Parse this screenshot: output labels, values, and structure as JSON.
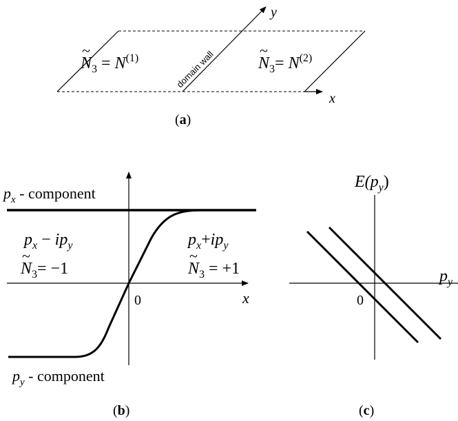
{
  "colors": {
    "ink": "#000000",
    "background": "#ffffff"
  },
  "panel_a": {
    "caption": "a",
    "axis_y": "y",
    "axis_x": "x",
    "wall_label": "domain wall",
    "left_region": {
      "n": "N",
      "sub": "3",
      "eq": " = ",
      "rhs": "N",
      "sup": "(1)"
    },
    "right_region": {
      "n": "N",
      "sub": "3",
      "eq": "= ",
      "rhs": "N",
      "sup": "(2)"
    }
  },
  "panel_b": {
    "caption": "b",
    "top_curve_label": {
      "p": "p",
      "sub": "x",
      "rest": " - component"
    },
    "bottom_curve_label": {
      "p": "p",
      "sub": "y",
      "rest": " - component"
    },
    "left_state": {
      "a": "p",
      "a_sub": "x",
      "op": " − ",
      "b": "ip",
      "b_sub": "y"
    },
    "right_state": {
      "a": "p",
      "a_sub": "x",
      "op": "+",
      "b": "ip",
      "b_sub": "y"
    },
    "left_n": {
      "n": "N",
      "sub": "3",
      "val": "= −1"
    },
    "right_n": {
      "n": "N",
      "sub": "3",
      "val": " = +1"
    },
    "origin": "0",
    "axis_x": "x"
  },
  "panel_c": {
    "caption": "c",
    "axis_y": {
      "f": "E(",
      "p": "p",
      "sub": "y",
      "close": ")"
    },
    "axis_x": {
      "p": "p",
      "sub": "y"
    },
    "origin": "0"
  }
}
